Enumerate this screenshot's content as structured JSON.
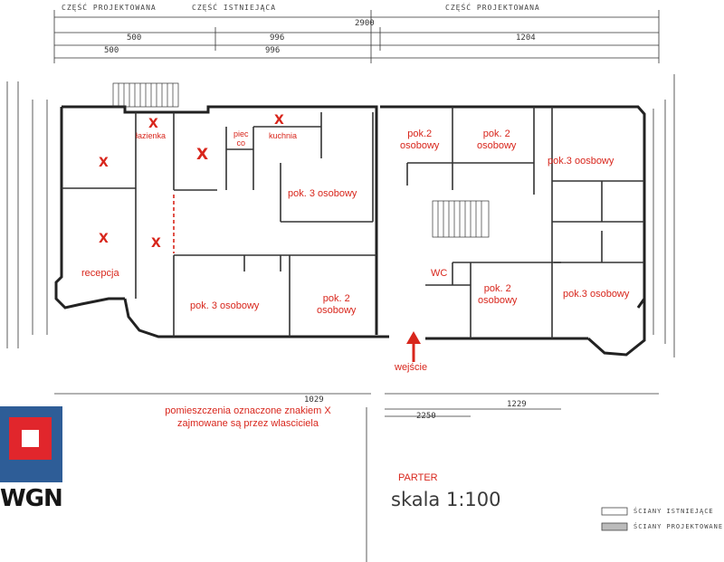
{
  "header": {
    "left_label": "CZĘŚĆ PROJEKTOWANA",
    "mid_label": "CZĘŚĆ ISTNIEJĄCA",
    "right_label": "CZĘŚĆ PROJEKTOWANA"
  },
  "dimensions": {
    "total": "2900",
    "left_500_a": "500",
    "left_500_b": "500",
    "mid_996_a": "996",
    "mid_996_b": "996",
    "right_1204": "1204",
    "bottom_1029": "1029",
    "bottom_1229": "1229",
    "bottom_2250": "2250"
  },
  "rooms": {
    "lazienka": "łazienka",
    "piec_co": "piec\nco",
    "kuchnia": "kuchnia",
    "pok3_center": "pok. 3 osobowy",
    "pok2_top_a": "pok.2\nosobowy",
    "pok2_top_b": "pok. 2\nosobowy",
    "pok3_top_right": "pok.3 oosbowy",
    "recepcja": "recepcja",
    "pok3_bottom_left": "pok. 3 osobowy",
    "pok2_bottom_mid": "pok. 2\nosobowy",
    "wc": "WC",
    "pok2_bottom_right": "pok. 2\nosobowy",
    "pok3_bottom_right": "pok.3 osobowy",
    "wejscie": "wejście"
  },
  "x_marks": [
    "X",
    "X",
    "X",
    "X",
    "X",
    "X"
  ],
  "note": "pomieszczenia oznaczone znakiem X zajmowane są przez wlasciciela",
  "floor_label": "PARTER",
  "scale": "skala 1:100",
  "logo": {
    "text": "WGN",
    "color_blue": "#2e5d97",
    "color_red": "#e1262c"
  },
  "legend": {
    "existing": "ŚCIANY ISTNIEJĄCE",
    "designed": "ŚCIANY PROJEKTOWANE"
  },
  "accent_color": "#d8261c"
}
